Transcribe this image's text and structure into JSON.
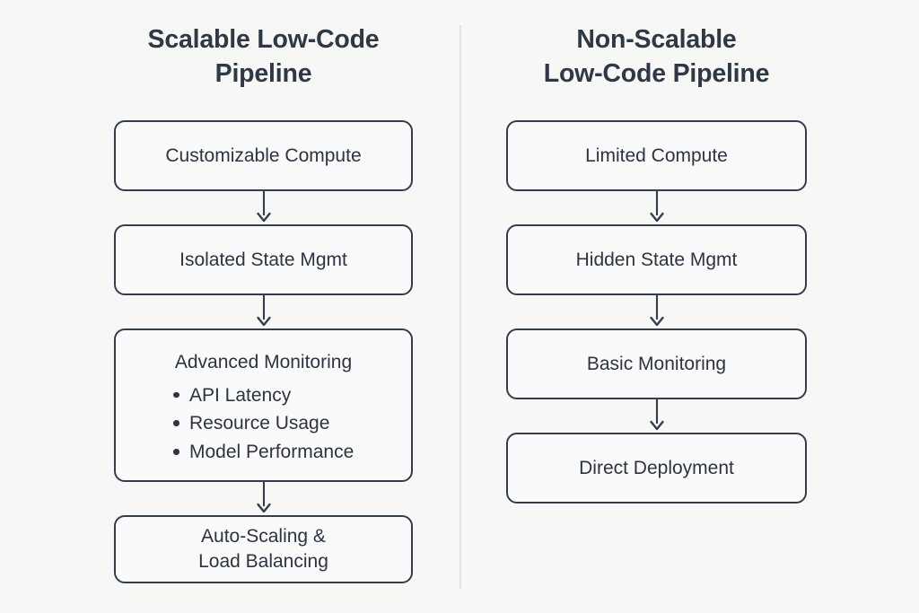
{
  "canvas": {
    "background_color": "#f7f7f6",
    "border_color": "#333d4d",
    "text_color": "#2b3440",
    "divider_color": "#e3e3e3",
    "node_fill_color": "#fafafa"
  },
  "diagram": {
    "type": "flowchart-comparison",
    "columns": [
      {
        "id": "scalable",
        "title": "Scalable Low-Code\nPipeline",
        "nodes": [
          {
            "id": "customizable-compute",
            "label": "Customizable Compute",
            "kind": "simple"
          },
          {
            "id": "isolated-state-mgmt",
            "label": "Isolated State Mgmt",
            "kind": "simple"
          },
          {
            "id": "advanced-monitoring",
            "label": "Advanced Monitoring",
            "kind": "with-list",
            "items": [
              "API Latency",
              "Resource Usage",
              "Model Performance"
            ]
          },
          {
            "id": "auto-scaling-load-balancing",
            "label": "Auto-Scaling &\nLoad Balancing",
            "kind": "two-line"
          }
        ]
      },
      {
        "id": "non-scalable",
        "title": "Non-Scalable\nLow-Code Pipeline",
        "nodes": [
          {
            "id": "limited-compute",
            "label": "Limited Compute",
            "kind": "simple"
          },
          {
            "id": "hidden-state-mgmt",
            "label": "Hidden State Mgmt",
            "kind": "simple"
          },
          {
            "id": "basic-monitoring",
            "label": "Basic Monitoring",
            "kind": "simple"
          },
          {
            "id": "direct-deployment",
            "label": "Direct Deployment",
            "kind": "simple"
          }
        ]
      }
    ]
  }
}
